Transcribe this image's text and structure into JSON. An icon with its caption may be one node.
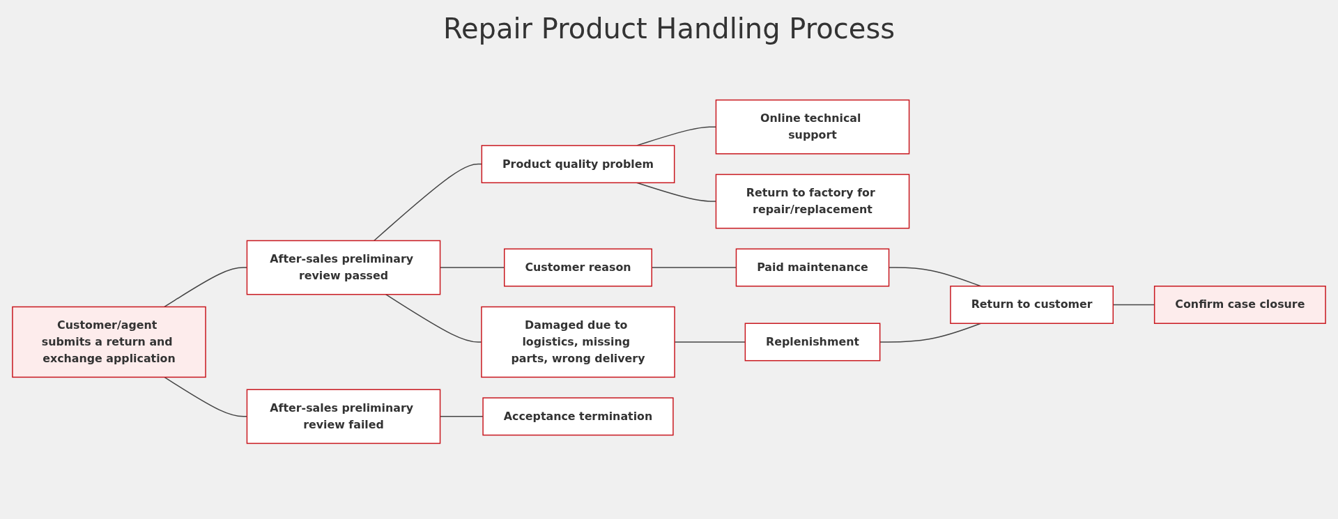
{
  "diagram": {
    "title": "Repair Product Handling Process",
    "nodes": [
      {
        "text": [
          "Customer/agent submits a return and exchange application"
        ]
      },
      {
        "text": [
          "After-sales preliminary review passed"
        ]
      },
      {
        "text": [
          "After-sales preliminary review failed"
        ]
      },
      {
        "text": [
          "Product quality problem"
        ]
      },
      {
        "text": [
          "Customer reason"
        ]
      },
      {
        "text": [
          "Damaged due to logistics, missing parts, wrong delivery"
        ]
      },
      {
        "text": [
          "Acceptance termination"
        ]
      },
      {
        "text": [
          "Online technical support"
        ]
      },
      {
        "text": [
          "Return to factory for repair/replacement"
        ]
      },
      {
        "text": [
          "Paid maintenance"
        ]
      },
      {
        "text": [
          "Return to customer"
        ]
      },
      {
        "text": [
          "Replenishment"
        ]
      },
      {
        "text": [
          "Confirm case closure"
        ]
      }
    ],
    "edges": [
      {
        "from": 0,
        "to": 1,
        "arrow": "none"
      },
      {
        "from": 0,
        "to": 2,
        "arrow": "none"
      },
      {
        "from": 1,
        "to": 3,
        "arrow": "none"
      },
      {
        "from": 1,
        "to": 4,
        "arrow": "none"
      },
      {
        "from": 1,
        "to": 5,
        "arrow": "none"
      },
      {
        "from": 2,
        "to": 6,
        "arrow": "none"
      },
      {
        "from": 3,
        "to": 7,
        "arrow": "none"
      },
      {
        "from": 3,
        "to": 8,
        "arrow": "none"
      },
      {
        "from": 4,
        "to": 9,
        "arrow": "none"
      },
      {
        "from": 9,
        "to": 10,
        "arrow": "none"
      },
      {
        "from": 5,
        "to": 11,
        "arrow": "none"
      },
      {
        "from": 11,
        "to": 10,
        "arrow": "none"
      },
      {
        "from": 10,
        "to": 12,
        "arrow": "none"
      }
    ]
  }
}
